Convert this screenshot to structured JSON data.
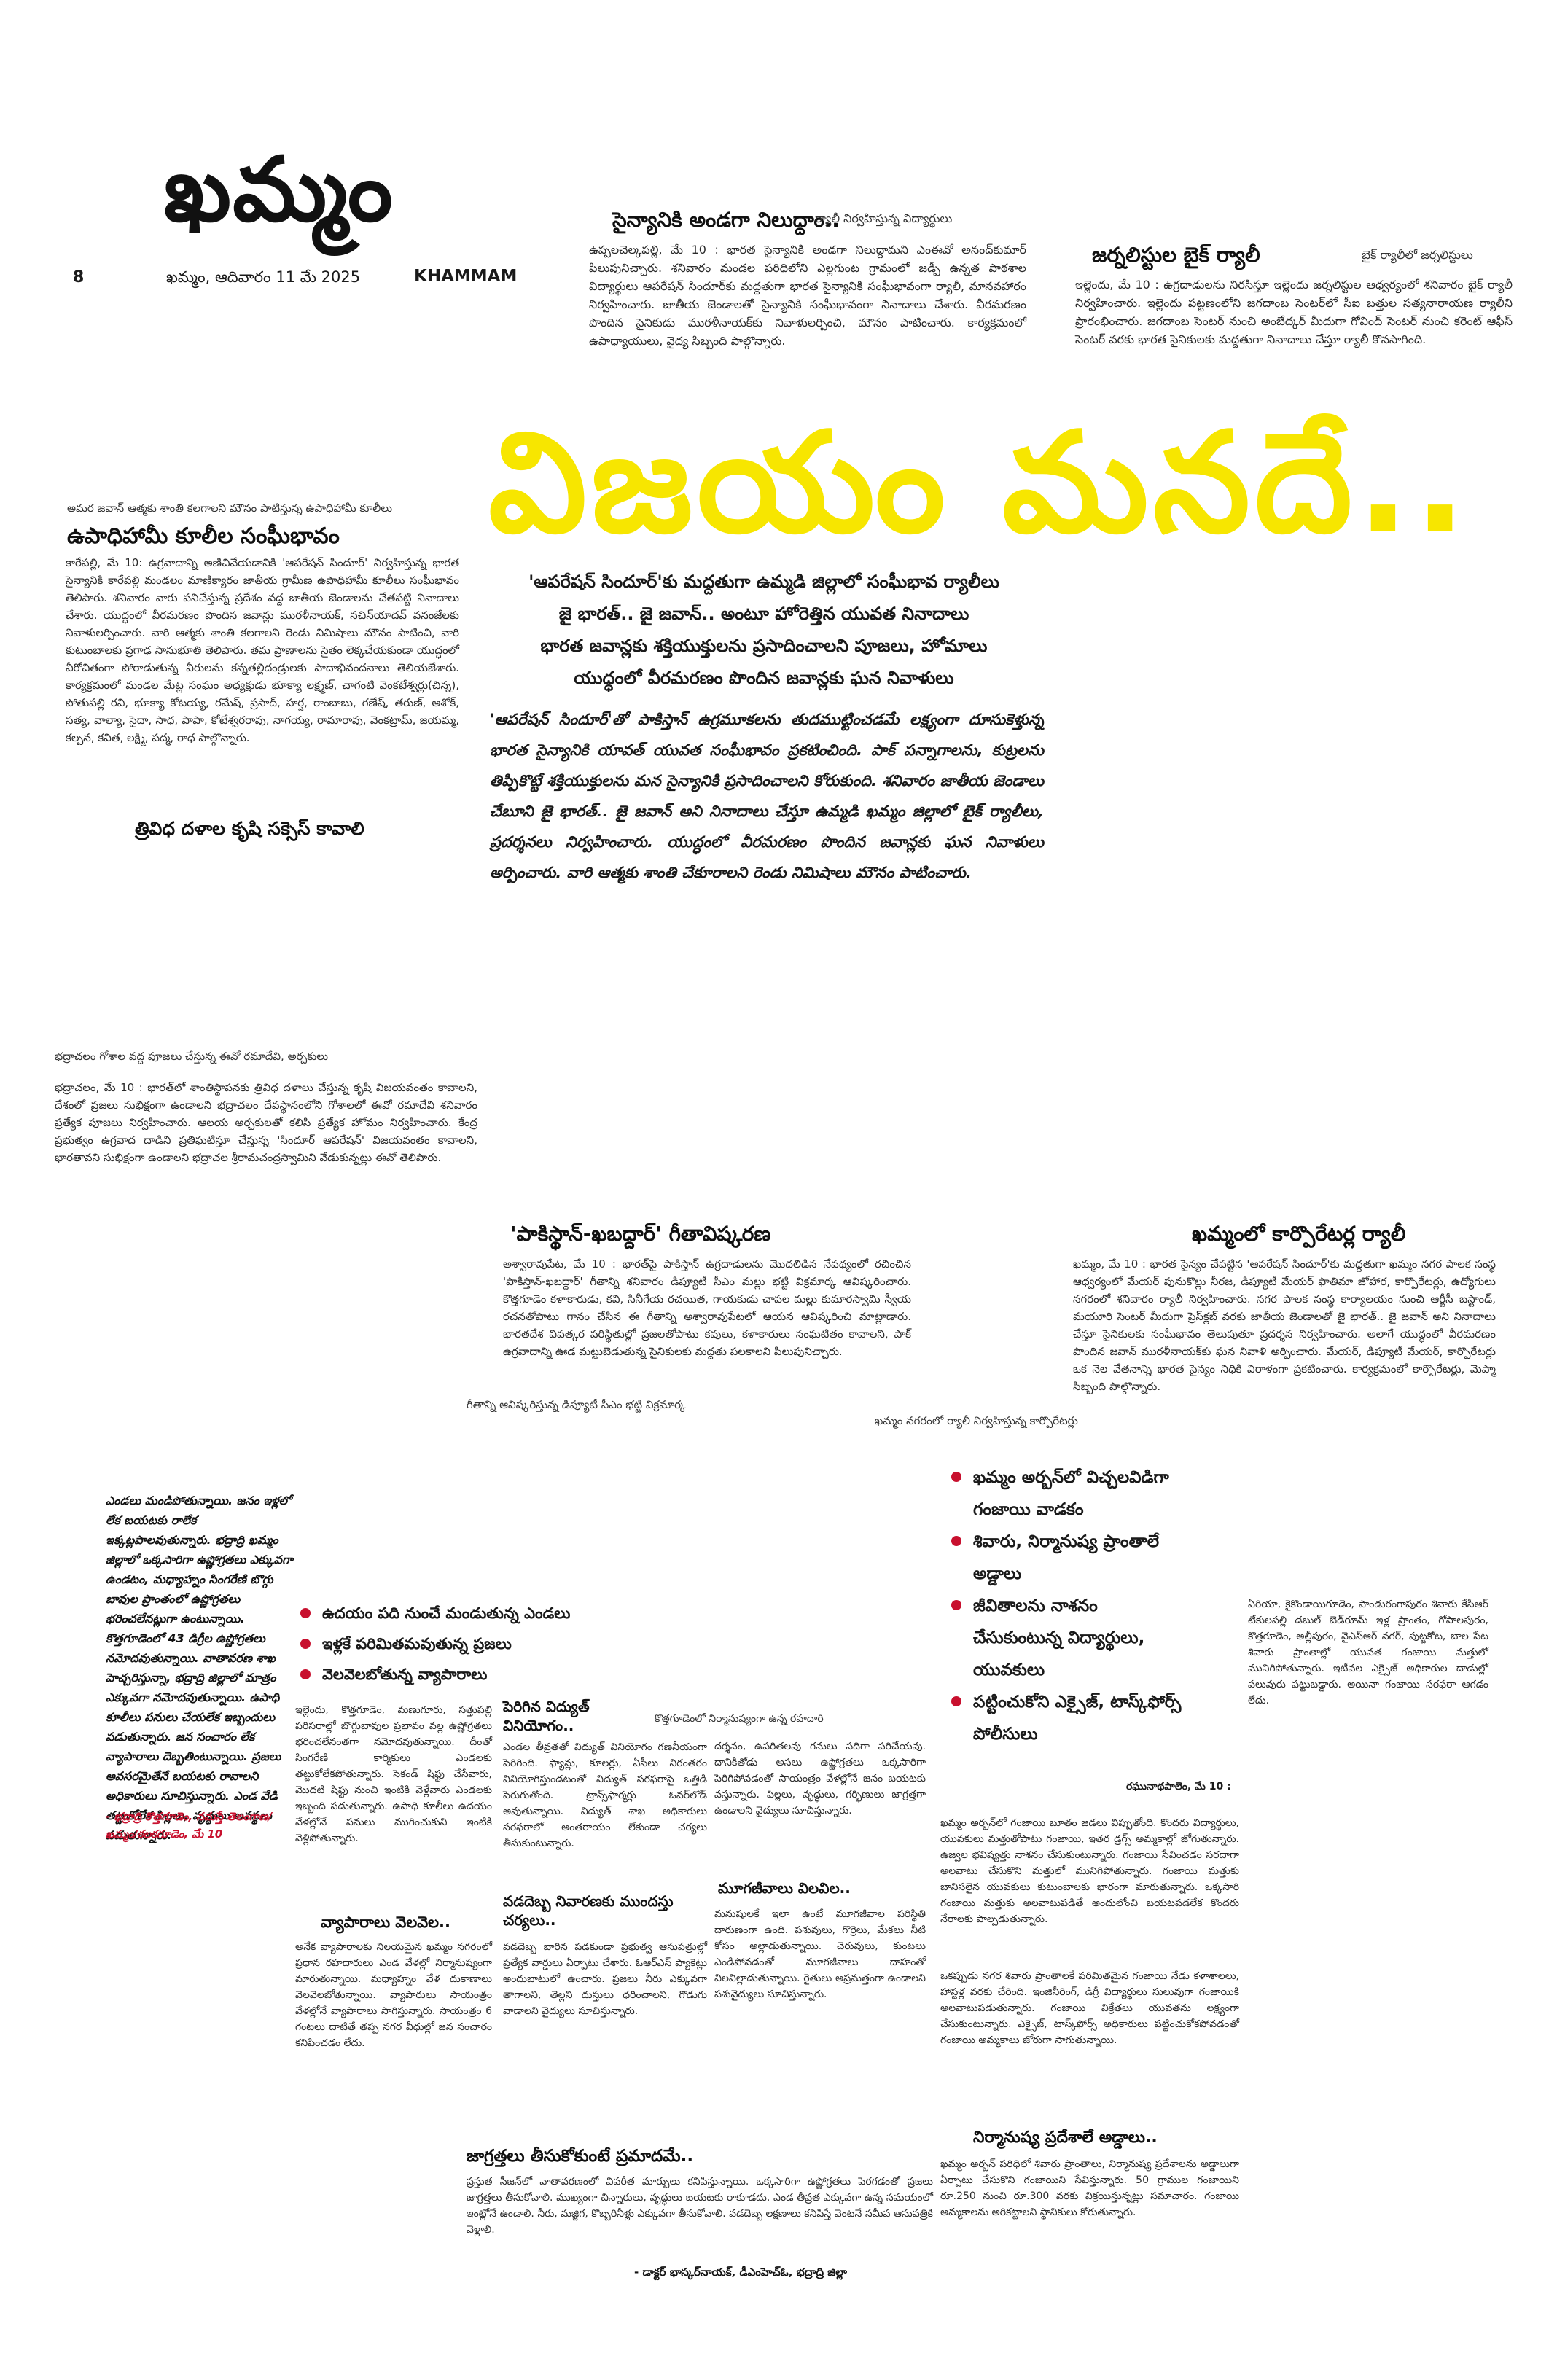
{
  "masthead": {
    "title": "ఖమ్మం",
    "page_number": "8",
    "date_line": "ఖమ్మం, ఆదివారం 11 మే 2025",
    "edition": "KHAMMAM"
  },
  "brief_army": {
    "headline": "సైన్యానికి అండగా నిలుద్దాం..",
    "caption": "ర్యాలీ నిర్వహిస్తున్న విద్యార్థులు",
    "body": "ఉప్పలచెల్కపల్లి, మే 10 : భారత సైన్యానికి అండగా నిలుద్దామని ఎంఈవో అనంద్‌కుమార్ పిలుపునిచ్చారు. శనివారం మండల పరిధిలోని ఎల్లగుంట గ్రామంలో జడ్పీ ఉన్నత పాఠశాల విద్యార్థులు ఆపరేషన్ సిందూర్‌కు మద్దతుగా భారత సైన్యానికి సంఘీభావంగా ర్యాలీ, మానవహారం నిర్వహించారు. జాతీయ జెండాలతో సైన్యానికి సంఘీభావంగా నినాదాలు చేశారు. వీరమరణం పొందిన సైనికుడు మురళీనాయక్‌కు నివాళులర్పించి, మౌనం పాటించారు. కార్యక్రమంలో ఉపాధ్యాయులు, వైద్య సిబ్బంది పాల్గొన్నారు."
  },
  "brief_journalists": {
    "headline": "జర్నలిస్టుల బైక్ ర్యాలీ",
    "caption": "బైక్ ర్యాలీలో జర్నలిస్టులు",
    "body": "ఇల్లెందు, మే 10 : ఉగ్రదాడులను నిరసిస్తూ ఇల్లెందు జర్నలిస్టుల ఆధ్వర్యంలో శనివారం బైక్ ర్యాలీ నిర్వహించారు. ఇల్లెందు పట్టణంలోని జగదాంబ సెంటర్‌లో సీఐ బత్తుల సత్యనారాయణ ర్యాలీని ప్రారంభించారు. జగదాంబ సెంటర్ నుంచి అంబేద్కర్ మీదుగా గోవింద్ సెంటర్ నుంచి కరెంట్ ఆఫీస్ సెంటర్ వరకు భారత సైనికులకు మద్దతుగా నినాదాలు చేస్తూ ర్యాలీ కొనసాగింది."
  },
  "main_story": {
    "headline": "విజయం మనదే..",
    "subheads": [
      "'ఆపరేషన్ సిందూర్'కు మద్దతుగా ఉమ్మడి జిల్లాలో సంఘీభావ ర్యాలీలు",
      "జై భారత్.. జై జవాన్.. అంటూ హోరెత్తిన యువత నినాదాలు",
      "భారత జవాన్లకు శక్తియుక్తులను ప్రసాదించాలని పూజలు, హోమాలు",
      "యుద్ధంలో వీరమరణం పొందిన జవాన్లకు ఘన నివాళులు"
    ],
    "lead": "'ఆపరేషన్ సిందూర్'తో పాకిస్తాన్ ఉగ్రమూకలను తుదముట్టించడమే లక్ష్యంగా దూసుకెళ్తున్న భారత సైన్యానికి యావత్ యువత సంఘీభావం ప్రకటించింది. పాక్‌ పన్నాగాలను, కుట్రలను తిప్పికొట్టే శక్తియుక్తులను మన సైన్యానికి ప్రసాదించాలని కోరుకుంది. శనివారం జాతీయ జెండాలు చేబూని జై భారత్.. జై జవాన్ అని నినాదాలు చేస్తూ ఉమ్మడి ఖమ్మం జిల్లాలో బైక్ ర్యాలీలు, ప్రదర్శనలు నిర్వహించారు. యుద్ధంలో వీరమరణం పొందిన జవాన్లకు ఘన నివాళులు అర్పించారు. వారి ఆత్మకు శాంతి చేకూరాలని రెండు నిమిషాలు మౌనం పాటించారు."
  },
  "upadhi": {
    "caption": "అమర జవాన్ ఆత్మకు శాంతి కలగాలని మౌనం పాటిస్తున్న ఉపాధిహామీ కూలీలు",
    "headline": "ఉపాధిహామీ కూలీల సంఘీభావం",
    "body": "కారేపల్లి, మే 10: ఉగ్రవాదాన్ని అణిచివేయడానికి 'ఆపరేషన్ సిందూర్' నిర్వహిస్తున్న భారత సైన్యానికి కారేపల్లి మండలం మాణిక్యారం జాతీయ గ్రామీణ ఉపాధిహామీ కూలీలు సంఘీభావం తెలిపారు. శనివారం వారు పనిచేస్తున్న ప్రదేశం వద్ద జాతీయ జెండాలను చేతపట్టి నినాదాలు చేశారు. యుద్ధంలో వీరమరణం పొందిన జవాన్లు మురళీనాయక్, సచిన్‌యాదవ్ వనంజేలకు నివాళులర్పించారు. వారి ఆత్మకు శాంతి కలగాలని రెండు నిమిషాలు మౌనం పాటించి, వారి కుటుంబాలకు ప్రగాఢ సానుభూతి తెలిపారు. తమ ప్రాణాలను సైతం లెక్కచేయకుండా యుద్ధంలో వీరోచితంగా పోరాడుతున్న వీరులను కన్నతల్లిదండ్రులకు పాదాభివందనాలు తెలియజేశారు. కార్యక్రమంలో మండల మేట్ల సంఘం అధ్యక్షుడు భూక్యా లక్ష్మణ్, చాగంటి వెంకటేశ్వర్లు(చిన్న), పోతుపల్లి రవి, భూక్యా కోటయ్య, రమేష్, ప్రసాద్, హర్ష, రాంబాబు, గణేష్, తరుణ్, అశోక్, సత్య, వాల్యా, సైదా, సాధ, పాపా, కోటేశ్వరరావు, నాగయ్య, రామారావు, వెంకట్రామ్, జయమ్మ, కల్పన, కవిత, లక్ష్మి, పద్మ, రాధ పాల్గొన్నారు."
  },
  "trividha": {
    "headline": "త్రివిధ దళాల కృషి సక్సెస్ కావాలి",
    "caption": "భద్రాచలం గోశాల వద్ద పూజలు చేస్తున్న ఈవో రమాదేవి, అర్చకులు",
    "body": "భద్రాచలం, మే 10 : భారత్‌లో శాంతిస్థాపనకు త్రివిధ దళాలు చేస్తున్న కృషి విజయవంతం కావాలని, దేశంలో ప్రజలు సుభిక్షంగా ఉండాలని భద్రాచలం దేవస్థానంలోని గోశాలలో ఈవో రమాదేవి శనివారం ప్రత్యేక పూజలు నిర్వహించారు. ఆలయ అర్చకులతో కలిసి ప్రత్యేక హోమం నిర్వహించారు. కేంద్ర ప్రభుత్వం ఉగ్రవాద దాడిని ప్రతిఘటిస్తూ చేస్తున్న 'సిందూర్ ఆపరేషన్' విజయవంతం కావాలని, భారతావని సుభిక్షంగా ఉండాలని భద్రాచల శ్రీరామచంద్రస్వామిని వేడుకున్నట్లు ఈవో తెలిపారు."
  },
  "geetha": {
    "headline": "'పాకిస్థాన్-ఖబద్దార్' గీతావిష్కరణ",
    "body": "అశ్వారావుపేట, మే 10 : భారత్‌పై పాకిస్తాన్ ఉగ్రదాడులను మొదలిడిన నేపథ్యంలో రచించిన 'పాకిస్తాన్-ఖబద్దార్' గీతాన్ని శనివారం డిప్యూటీ సీఎం మల్లు భట్టి విక్రమార్క ఆవిష్కరించారు. కొత్తగూడెం కళాకారుడు, కవి, సినీగేయ రచయిత, గాయకుడు చాపల మల్లు కుమారస్వామి స్వీయ రచనతోపాటు గానం చేసిన ఈ గీతాన్ని అశ్వారావుపేటలో ఆయన ఆవిష్కరించి మాట్లాడారు. భారతదేశ విపత్కర పరిస్థితుల్లో ప్రజలతోపాటు కవులు, కళాకారులు సంఘటితం కావాలని, పాక్ ఉగ్రవాదాన్ని ఊడ మట్టుబెడుతున్న సైనికులకు మద్దతు పలకాలని పిలుపునిచ్చారు.",
    "caption": "గీతాన్ని ఆవిష్కరిస్తున్న డిప్యూటీ సీఎం భట్టి విక్రమార్క"
  },
  "corporators": {
    "headline": "ఖమ్మంలో కార్పొరేటర్ల ర్యాలీ",
    "body": "ఖమ్మం, మే 10 : భారత సైన్యం చేపట్టిన 'ఆపరేషన్ సిందూర్'కు మద్దతుగా ఖమ్మం నగర పాలక సంస్థ ఆధ్వర్యంలో మేయర్ పునుకొల్లు నీరజ, డిప్యూటీ మేయర్ ఫాతిమా జోహార, కార్పొరేటర్లు, ఉద్యోగులు నగరంలో శనివారం ర్యాలీ నిర్వహించారు. నగర పాలక సంస్థ కార్యాలయం నుంచి ఆర్టీసీ బస్టాండ్, మయూరి సెంటర్ మీదుగా ప్రెస్‌క్లబ్ వరకు జాతీయ జెండాలతో జై భారత్.. జై జవాన్ అని నినాదాలు చేస్తూ సైనికులకు సంఘీభావం తెలుపుతూ ప్రదర్శన నిర్వహించారు. అలాగే యుద్ధంలో వీరమరణం పొందిన జవాన్ మురళీనాయక్‌కు ఘన నివాళి అర్పించారు. మేయర్, డిప్యూటీ మేయర్, కార్పొరేటర్లు ఒక నెల వేతనాన్ని భారత సైన్యం నిధికి విరాళంగా ప్రకటించారు. కార్యక్రమంలో కార్పొరేటర్లు, మెప్మా సిబ్బంది పాల్గొన్నారు.",
    "caption": "ఖమ్మం నగరంలో ర్యాలీ నిర్వహిస్తున్న కార్పొరేటర్లు"
  },
  "heat": {
    "sidebar": "ఎండలు మండిపోతున్నాయి. జనం ఇళ్లలో లేక బయటకు రాలేక ఇక్కట్లపాలవుతున్నారు. భద్రాద్రి ఖమ్మం జిల్లాలో ఒక్కసారిగా ఉష్ణోగ్రతలు ఎక్కువగా ఉండటం, మధ్యాహ్నం సింగరేణి బొగ్గు బావుల ప్రాంతంలో ఉష్ణోగ్రతలు భరించలేనట్లుగా ఉంటున్నాయి. కొత్తగూడెంలో 43 డిగ్రీల ఉష్ణోగ్రతలు నమోదవుతున్నాయి. వాతావరణ శాఖ హెచ్చరిస్తున్నా, భద్రాద్రి జిల్లాలో మాత్రం ఎక్కువగా నమోదవుతున్నాయి. ఉపాధి కూలీలు పనులు చేయలేక ఇబ్బందులు పడుతున్నారు. జన సంచారం లేక వ్యాపారాలు దెబ్బతింటున్నాయి. ప్రజలు అవసరమైతేనే బయటకు రావాలని అధికారులు సూచిస్తున్నారు. ఎండ వేడి తట్టుకోలేక పిల్లలు, వృద్ధులు అవస్థలు పడుతున్నారు.",
    "sidebar_credit": "- భద్రాద్రి కొత్తగూడెం, నమస్తే తెలంగాణ/ ఖమ్మం/కలకగూడెం, మే 10",
    "bullets": [
      "ఉదయం పది నుంచే మండుతున్న ఎండలు",
      "ఇళ్లకే పరిమితమవుతున్న ప్రజలు",
      "వెలవెలబోతున్న వ్యాపారాలు"
    ],
    "col1": "ఇల్లెందు, కొత్తగూడెం, మణుగూరు, సత్తుపల్లి పరిసరాల్లో బొగ్గుబావుల ప్రభావం వల్ల ఉష్ణోగ్రతలు భరించలేనంతగా నమోదవుతున్నాయి. దీంతో సింగరేణి కార్మికులు ఎండలకు తట్టుకోలేకపోతున్నారు. సెకండ్ షిఫ్టు చేసేవారు, మొదటి షిఫ్టు నుంచి ఇంటికి వెళ్లేవారు ఎండలకు ఇబ్బంది పడుతున్నారు. ఉపాధి కూలీలు ఉదయం వేళల్లోనే పనులు ముగించుకుని ఇంటికి వెళ్లిపోతున్నారు.",
    "col1_head": "వ్యాపారాలు వెలవెల..",
    "col1b": "అనేక వ్యాపారాలకు నిలయమైన ఖమ్మం నగరంలో ప్రధాన రహదారులు ఎండ వేళల్లో నిర్మానుష్యంగా మారుతున్నాయి. మధ్యాహ్నం వేళ దుకాణాలు వెలవెలబోతున్నాయి. వ్యాపారులు సాయంత్రం వేళల్లోనే వ్యాపారాలు సాగిస్తున్నారు. సాయంత్రం 6 గంటలు దాటితే తప్ప నగర వీధుల్లో జన సంచారం కనిపించడం లేదు.",
    "col2_head": "పెరిగిన విద్యుత్ వినియోగం..",
    "col2": "ఎండల తీవ్రతతో విద్యుత్ వినియోగం గణనీయంగా పెరిగింది. ఫ్యాన్లు, కూలర్లు, ఏసీలు నిరంతరం వినియోగిస్తుండటంతో విద్యుత్ సరఫరాపై ఒత్తిడి పెరుగుతోంది. ట్రాన్స్‌ఫార్మర్లు ఓవర్‌లోడ్ అవుతున్నాయి. విద్యుత్ శాఖ అధికారులు సరఫరాలో అంతరాయం లేకుండా చర్యలు తీసుకుంటున్నారు.",
    "col2_head2": "వడదెబ్బ నివారణకు ముందస్తు చర్యలు..",
    "col2b": "వడదెబ్బ బారిన పడకుండా ప్రభుత్వ ఆసుపత్రుల్లో ప్రత్యేక వార్డులు ఏర్పాటు చేశారు. ఓఆర్ఎస్ ప్యాకెట్లు అందుబాటులో ఉంచారు. ప్రజలు నీరు ఎక్కువగా తాగాలని, తెల్లని దుస్తులు ధరించాలని, గొడుగు వాడాలని వైద్యులు సూచిస్తున్నారు.",
    "photo_caption": "కొత్తగూడెంలో నిర్మానుష్యంగా ఉన్న రహదారి",
    "col3": "దర్శనం, ఉపరితలవు గనులు సదిగా పరిచేయవు. దానికితోడు అసలు ఉష్ణోగ్రతలు ఒక్కసారిగా పెరిగిపోవడంతో సాయంత్రం వేళల్లోనే జనం బయటకు వస్తున్నారు. పిల్లలు, వృద్ధులు, గర్భిణులు జాగ్రత్తగా ఉండాలని వైద్యులు సూచిస్తున్నారు.",
    "col3_head": "మూగజీవాలు విలవిల..",
    "col3b": "మనుషులకే ఇలా ఉంటే మూగజీవాల పరిస్థితి దారుణంగా ఉంది. పశువులు, గొర్రెలు, మేకలు నీటి కోసం అల్లాడుతున్నాయి. చెరువులు, కుంటలు ఎండిపోవడంతో మూగజీవాలు దాహంతో విలవిల్లాడుతున్నాయి. రైతులు అప్రమత్తంగా ఉండాలని పశువైద్యులు సూచిస్తున్నారు.",
    "precaution_head": "జాగ్రత్తలు తీసుకోకుంటే ప్రమాదమే..",
    "precaution": "ప్రస్తుత సీజన్‌లో వాతావరణంలో విపరీత మార్పులు కనిపిస్తున్నాయి. ఒక్కసారిగా ఉష్ణోగ్రతలు పెరగడంతో ప్రజలు జాగ్రత్తలు తీసుకోవాలి. ముఖ్యంగా చిన్నారులు, వృద్ధులు బయటకు రాకూడదు. ఎండ తీవ్రత ఎక్కువగా ఉన్న సమయంలో ఇంట్లోనే ఉండాలి. నీరు, మజ్జిగ, కొబ్బరినీళ్లు ఎక్కువగా తీసుకోవాలి. వడదెబ్బ లక్షణాలు కనిపిస్తే వెంటనే సమీప ఆసుపత్రికి వెళ్లాలి.",
    "precaution_credit": "- డాక్టర్ భాస్కర్‌నాయక్, డీఎంహెచ్ఓ, భద్రాద్రి జిల్లా"
  },
  "ganja": {
    "bullets": [
      "ఖమ్మం అర్బన్‌లో విచ్చలవిడిగా గంజాయి వాడకం",
      "శివారు, నిర్మానుష్య ప్రాంతాలే అడ్డాలు",
      "జీవితాలను నాశనం చేసుకుంటున్న విద్యార్థులు, యువకులు",
      "పట్టించుకోని ఎక్సైజ్, టాస్క్‌ఫోర్స్ పోలీసులు"
    ],
    "dateline": "రఘునాథపాలెం, మే 10 :",
    "col1": "ఖమ్మం అర్బన్‌లో గంజాయి బూతం జడలు విప్పుతోంది. కొందరు విద్యార్థులు, యువకులు మత్తుతోపాటు గంజాయి, ఇతర డ్రగ్స్ అమ్మకాల్లో జోగుతున్నారు. ఉజ్వల భవిష్యత్తు నాశనం చేసుకుంటున్నారు. గంజాయి సేవించడం సరదాగా అలవాటు చేసుకొని మత్తులో మునిగిపోతున్నారు. గంజాయి మత్తుకు బానిసలైన యువకులు కుటుంబాలకు భారంగా మారుతున్నారు. ఒక్కసారి గంజాయి మత్తుకు అలవాటుపడితే అందులోంచి బయటపడలేక కొందరు నేరాలకు పాల్పడుతున్నారు.",
    "col2": "ఒకప్పుడు నగర శివారు ప్రాంతాలకే పరిమితమైన గంజాయి నేడు కళాశాలలు, హాస్టళ్ల వరకు చేరింది. ఇంజినీరింగ్, డిగ్రీ విద్యార్థులు సులువుగా గంజాయికి అలవాటుపడుతున్నారు. గంజాయి విక్రేతలు యువతను లక్ష్యంగా చేసుకుంటున్నారు. ఎక్సైజ్, టాస్క్‌ఫోర్స్ అధికారులు పట్టించుకోకపోవడంతో గంజాయి అమ్మకాలు జోరుగా సాగుతున్నాయి.",
    "col3_head": "నిర్మానుష్య ప్రదేశాలే అడ్డాలు..",
    "col3": "ఖమ్మం అర్బన్ పరిధిలో శివారు ప్రాంతాలు, నిర్మానుష్య ప్రదేశాలను అడ్డాలుగా ఏర్పాటు చేసుకొని గంజాయిని సేవిస్తున్నారు. 50 గ్రాముల గంజాయిని రూ.250 నుంచి రూ.300 వరకు విక్రయిస్తున్నట్లు సమాచారం. గంజాయి అమ్మకాలను అరికట్టాలని స్థానికులు కోరుతున్నారు.",
    "col4": "ఏరియా, కైకొండాయిగూడెం, పాండురంగాపురం శివారు కేసీఆర్ టేకులపల్లి డబుల్ బెడ్‌రూమ్ ఇళ్ల ప్రాంతం, గోపాలపురం, కొత్తగూడెం, అల్లీపురం, వైఎస్ఆర్ నగర్, పుట్టకోట, బాల పేట శివారు ప్రాంతాల్లో యువత గంజాయి మత్తులో మునిగిపోతున్నారు. ఇటీవల ఎక్సైజ్ అధికారుల దాడుల్లో పలువురు పట్టుబడ్డారు. అయినా గంజాయి సరఫరా ఆగడం లేదు."
  }
}
